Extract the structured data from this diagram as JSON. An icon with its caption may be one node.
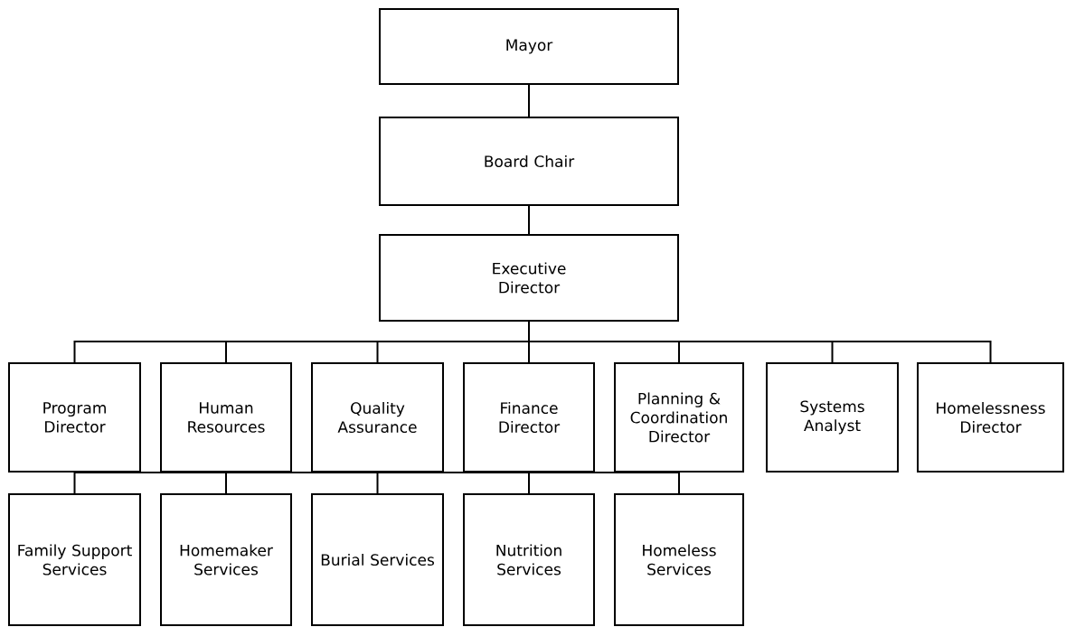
{
  "diagram": {
    "nodes": [
      {
        "text": [
          "Mayor"
        ]
      },
      {
        "text": [
          "Board Chair"
        ]
      },
      {
        "text": [
          "Executive Director"
        ]
      },
      {
        "text": [
          "Program Director"
        ]
      },
      {
        "text": [
          "Human Resources"
        ]
      },
      {
        "text": [
          "Quality Assurance"
        ]
      },
      {
        "text": [
          "Finance Director"
        ]
      },
      {
        "text": [
          "Planning & Coordination Director"
        ]
      },
      {
        "text": [
          "Systems Analyst"
        ]
      },
      {
        "text": [
          "Homelessness Director"
        ]
      },
      {
        "text": [
          "Family Support Services"
        ]
      },
      {
        "text": [
          "Homemaker Services"
        ]
      },
      {
        "text": [
          "Burial Services"
        ]
      },
      {
        "text": [
          "Nutrition Services"
        ]
      },
      {
        "text": [
          "Homeless Services"
        ]
      }
    ],
    "edges": [
      {
        "from": 0,
        "to": 1,
        "arrow": "none"
      },
      {
        "from": 1,
        "to": 2,
        "arrow": "none"
      },
      {
        "from": 2,
        "to": 3,
        "arrow": "none"
      },
      {
        "from": 2,
        "to": 4,
        "arrow": "none"
      },
      {
        "from": 2,
        "to": 5,
        "arrow": "none"
      },
      {
        "from": 2,
        "to": 6,
        "arrow": "none"
      },
      {
        "from": 2,
        "to": 7,
        "arrow": "none"
      },
      {
        "from": 2,
        "to": 8,
        "arrow": "none"
      },
      {
        "from": 2,
        "to": 9,
        "arrow": "none"
      },
      {
        "from": 5,
        "to": 10,
        "arrow": "none"
      },
      {
        "from": 5,
        "to": 11,
        "arrow": "none"
      },
      {
        "from": 5,
        "to": 12,
        "arrow": "none"
      },
      {
        "from": 5,
        "to": 13,
        "arrow": "none"
      },
      {
        "from": 5,
        "to": 14,
        "arrow": "none"
      }
    ]
  }
}
